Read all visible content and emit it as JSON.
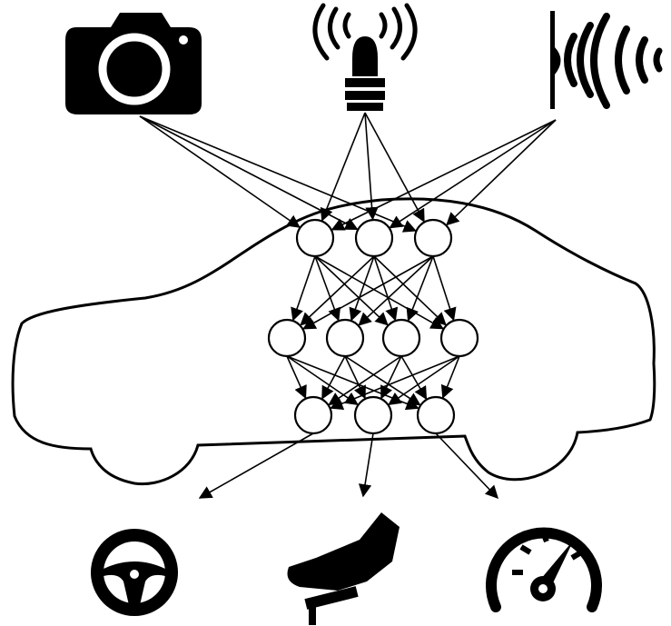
{
  "diagram": {
    "inputs": [
      {
        "icon": "camera-icon"
      },
      {
        "icon": "lidar-beacon-icon"
      },
      {
        "icon": "radar-sonar-icon"
      }
    ],
    "network": {
      "layers": [
        3,
        4,
        3
      ],
      "connections": "fully-connected"
    },
    "outputs": [
      {
        "icon": "steering-wheel-icon"
      },
      {
        "icon": "pedal-foot-icon"
      },
      {
        "icon": "speedometer-icon"
      }
    ],
    "vehicle": {
      "icon": "car-outline-icon"
    },
    "colors": {
      "ink": "#000000",
      "background": "#ffffff"
    }
  }
}
